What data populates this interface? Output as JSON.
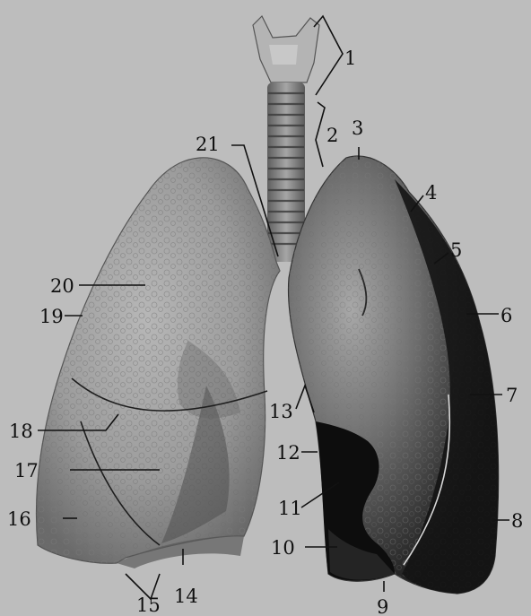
{
  "labels": {
    "l1": "1",
    "l2": "2",
    "l3": "3",
    "l4": "4",
    "l5": "5",
    "l6": "6",
    "l7": "7",
    "l8": "8",
    "l9": "9",
    "l10": "10",
    "l11": "11",
    "l12": "12",
    "l13": "13",
    "l14": "14",
    "l15": "15",
    "l16": "16",
    "l17": "17",
    "l18": "18",
    "l19": "19",
    "l20": "20",
    "l21": "21"
  },
  "colors": {
    "background": "#bdbdbd",
    "lung_light": "#a9a9a9",
    "lung_dark": "#1c1c1c",
    "trachea": "#8e8e8e",
    "label": "#0f0f0f"
  }
}
